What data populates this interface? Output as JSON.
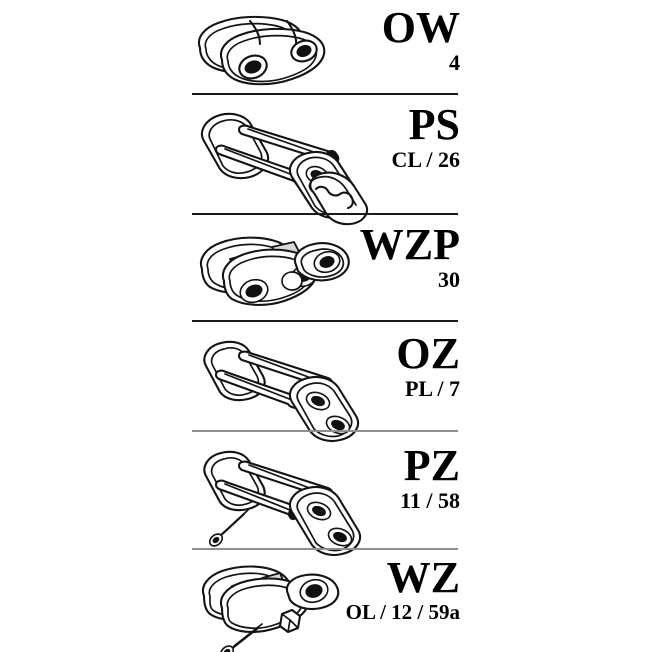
{
  "page": {
    "title": "Chain Link Types Reference Chart",
    "background_color": "#ffffff",
    "line_color": "#141414",
    "divider_color": "#1a1a1a",
    "divider_color_soft": "#8f8f8f"
  },
  "rows": [
    {
      "code": "OW",
      "sub": "4",
      "icon": "offset-crank-link-illustration",
      "divider_below": true,
      "divider_style": "dark"
    },
    {
      "code": "PS",
      "sub": "CL / 26",
      "icon": "connecting-link-with-spring-clip-illustration",
      "divider_below": true,
      "divider_style": "dark"
    },
    {
      "code": "WZP",
      "sub": "30",
      "icon": "double-offset-link-illustration",
      "divider_below": true,
      "divider_style": "dark"
    },
    {
      "code": "OZ",
      "sub": "PL / 7",
      "icon": "connecting-link-plain-pin-illustration",
      "divider_below": true,
      "divider_style": "soft"
    },
    {
      "code": "PZ",
      "sub": "11 / 58",
      "icon": "cotter-pin-connecting-link-illustration",
      "divider_below": true,
      "divider_style": "soft"
    },
    {
      "code": "WZ",
      "sub": "OL / 12 / 59a",
      "icon": "offset-link-with-cotter-pin-illustration",
      "divider_below": false,
      "divider_style": "none"
    }
  ]
}
